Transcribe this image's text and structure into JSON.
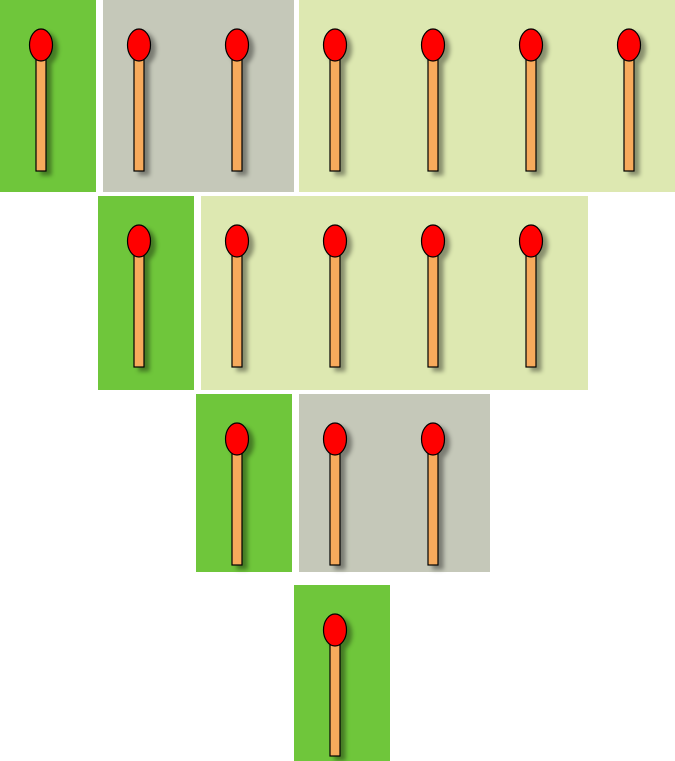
{
  "colors": {
    "background": "#ffffff",
    "group_single": "#6fc63b",
    "group_pair": "#c5c8b9",
    "group_quad": "#dde8b1",
    "match_head": "#ff0000",
    "match_stick": "#f7aa5c",
    "match_outline": "#000000"
  },
  "icons": {
    "match": "matchstick-icon"
  },
  "rows": [
    {
      "groups": [
        {
          "kind": "single",
          "matches": 1
        },
        {
          "kind": "pair",
          "matches": 2
        },
        {
          "kind": "quad",
          "matches": 4
        }
      ]
    },
    {
      "groups": [
        {
          "kind": "single",
          "matches": 1
        },
        {
          "kind": "quad",
          "matches": 4
        }
      ]
    },
    {
      "groups": [
        {
          "kind": "single",
          "matches": 1
        },
        {
          "kind": "pair",
          "matches": 2
        }
      ]
    },
    {
      "groups": [
        {
          "kind": "single",
          "matches": 1
        }
      ]
    }
  ]
}
